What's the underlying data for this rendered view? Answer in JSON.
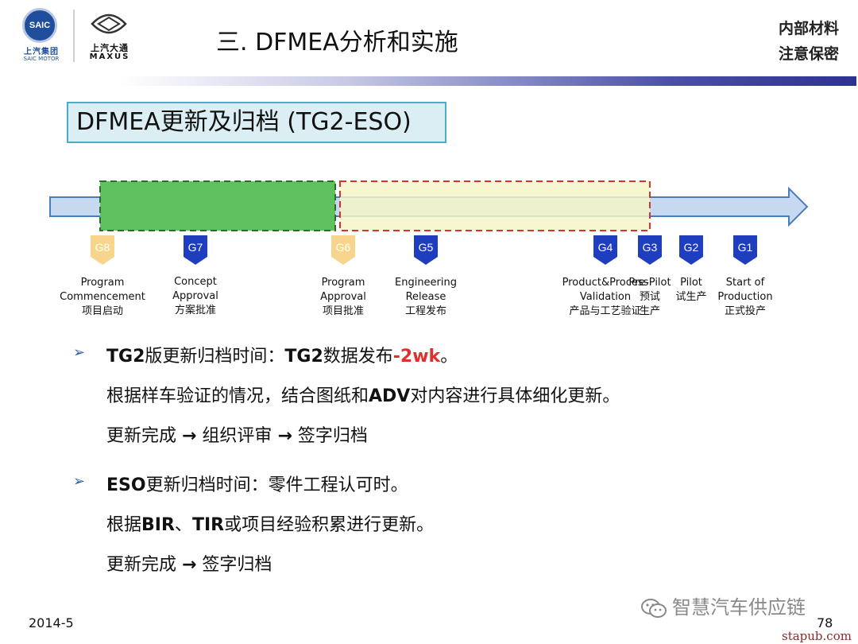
{
  "header": {
    "saic_badge": "SAIC",
    "saic_cn": "上汽集团",
    "saic_en": "SAIC MOTOR",
    "maxus_cn": "上汽大通",
    "maxus_en": "MAXUS",
    "title": "三. DFMEA分析和实施",
    "confidential_line1": "内部材料",
    "confidential_line2": "注意保密"
  },
  "section_title": "DFMEA更新及归档 (TG2-ESO)",
  "timeline": {
    "colors": {
      "arrow": "#c6d9f1",
      "arrow_border": "#4a7ebb",
      "green_zone": "#5fc25f",
      "yellow_zone": "#f4f5c8",
      "gate_blue": "#1f3dbf",
      "gate_gold": "#f7d58c"
    },
    "gates": [
      {
        "id": "G8",
        "style": "gold",
        "en1": "Program",
        "en2": "Commencement",
        "cn": "项目启动"
      },
      {
        "id": "G7",
        "style": "blue",
        "en1": "Concept",
        "en2": "Approval",
        "cn": "方案批准"
      },
      {
        "id": "G6",
        "style": "gold",
        "en1": "Program",
        "en2": "Approval",
        "cn": "项目批准"
      },
      {
        "id": "G5",
        "style": "blue",
        "en1": "Engineering",
        "en2": "Release",
        "cn": "工程发布"
      },
      {
        "id": "G4",
        "style": "blue",
        "en1": "Product&Process",
        "en2": "Validation",
        "cn": "产品与工艺验证"
      },
      {
        "id": "G3",
        "style": "blue",
        "en1": "Pre-Pilot",
        "en2": "预试",
        "cn": "生产"
      },
      {
        "id": "G2",
        "style": "blue",
        "en1": "Pilot",
        "en2": "试生产",
        "cn": ""
      },
      {
        "id": "G1",
        "style": "blue",
        "en1": "Start of",
        "en2": "Production",
        "cn": "正式投产"
      }
    ]
  },
  "bullets": [
    {
      "lines": [
        {
          "parts": [
            {
              "t": "TG2",
              "b": true
            },
            {
              "t": "版更新归档时间："
            },
            {
              "t": "TG2",
              "b": true
            },
            {
              "t": "数据发布"
            },
            {
              "t": "-2wk",
              "r": true
            },
            {
              "t": "。"
            }
          ]
        },
        {
          "parts": [
            {
              "t": "根据样车验证的情况，结合图纸和"
            },
            {
              "t": "ADV",
              "b": true
            },
            {
              "t": "对内容进行具体细化更新。"
            }
          ]
        },
        {
          "parts": [
            {
              "t": "更新完成 "
            },
            {
              "t": "→",
              "b": true
            },
            {
              "t": " 组织评审 "
            },
            {
              "t": "→",
              "b": true
            },
            {
              "t": " 签字归档"
            }
          ]
        }
      ]
    },
    {
      "lines": [
        {
          "parts": [
            {
              "t": "ESO",
              "b": true
            },
            {
              "t": "更新归档时间：零件工程认可时。"
            }
          ]
        },
        {
          "parts": [
            {
              "t": "根据"
            },
            {
              "t": "BIR",
              "b": true
            },
            {
              "t": "、"
            },
            {
              "t": "TIR",
              "b": true
            },
            {
              "t": "或项目经验积累进行更新。"
            }
          ]
        },
        {
          "parts": [
            {
              "t": "更新完成 "
            },
            {
              "t": "→",
              "b": true
            },
            {
              "t": " 签字归档"
            }
          ]
        }
      ]
    }
  ],
  "footer": {
    "date": "2014-5",
    "page": "78",
    "wechat_label": "智慧汽车供应链",
    "watermark": "stapub.com"
  }
}
